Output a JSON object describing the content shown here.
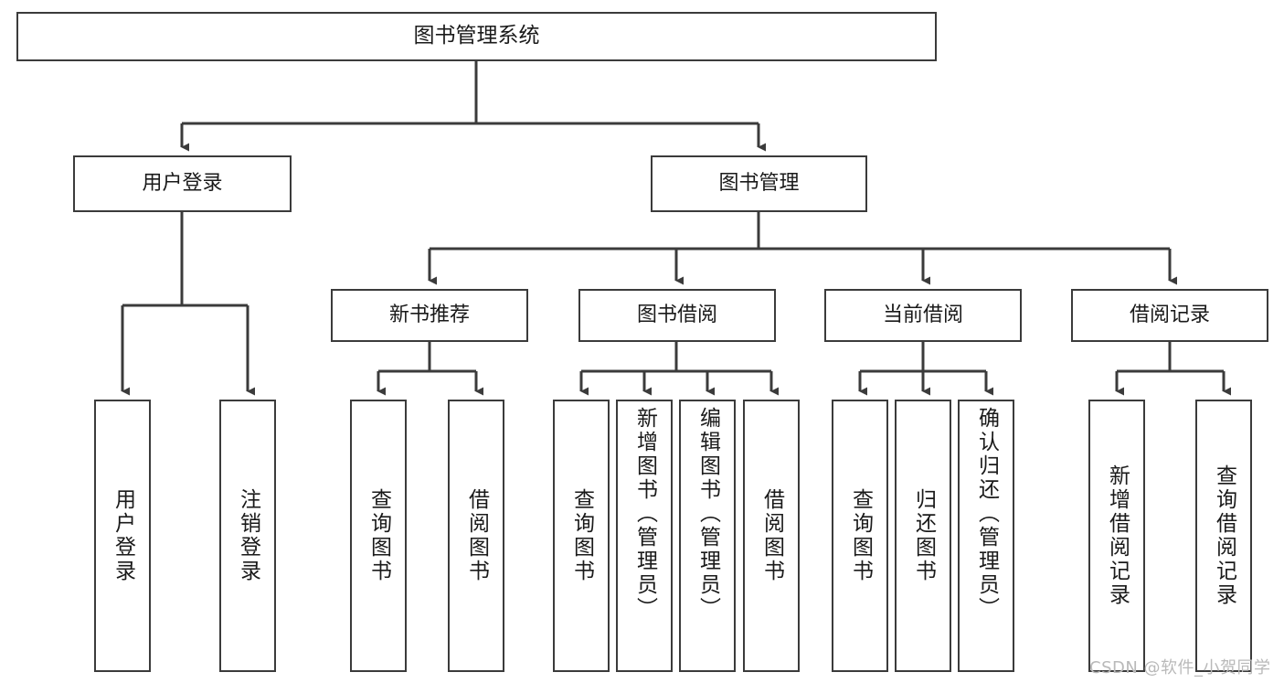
{
  "diagram": {
    "type": "tree-hierarchy-chart",
    "title": "图书管理系统",
    "edge_color": "#3b3b3b",
    "box_border_color": "#3b3b3b",
    "background_color": "#ffffff",
    "text_color": "#1a1a1a"
  },
  "nodes": {
    "root": {
      "label": "图书管理系统"
    },
    "user_login": {
      "label": "用户登录"
    },
    "book_manage": {
      "label": "图书管理"
    },
    "new_book_rec": {
      "label": "新书推荐"
    },
    "book_borrow": {
      "label": "图书借阅"
    },
    "current_borrow": {
      "label": "当前借阅"
    },
    "borrow_record": {
      "label": "借阅记录"
    },
    "leaf_user_login": {
      "label": "用户登录"
    },
    "leaf_logout": {
      "label": "注销登录"
    },
    "leaf_query_book_a": {
      "label": "查询图书"
    },
    "leaf_borrow_book_a": {
      "label": "借阅图书"
    },
    "leaf_query_book_b": {
      "label": "查询图书"
    },
    "leaf_add_book": {
      "label": "新增图书（管理员）"
    },
    "leaf_edit_book": {
      "label": "编辑图书（管理员）"
    },
    "leaf_borrow_book_b": {
      "label": "借阅图书"
    },
    "leaf_query_book_c": {
      "label": "查询图书"
    },
    "leaf_return_book": {
      "label": "归还图书"
    },
    "leaf_confirm_return": {
      "label": "确认归还（管理员）"
    },
    "leaf_add_record": {
      "label": "新增借阅记录"
    },
    "leaf_query_record": {
      "label": "查询借阅记录"
    }
  },
  "watermark": {
    "text": "CSDN @软件_小贺同学"
  }
}
